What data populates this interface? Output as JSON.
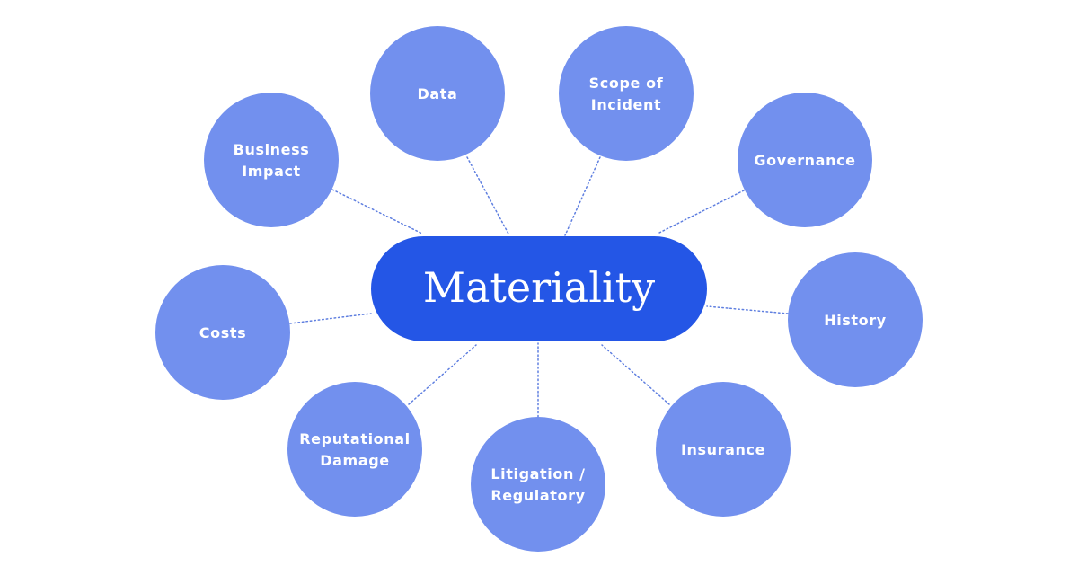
{
  "colors": {
    "center": "#2456e6",
    "node": "#7290ee",
    "connector": "#5f7fe0"
  },
  "center": {
    "label": "Materiality"
  },
  "nodes": [
    {
      "id": "data",
      "lines": [
        "Data"
      ]
    },
    {
      "id": "scope-of-incident",
      "lines": [
        "Scope of",
        "Incident"
      ]
    },
    {
      "id": "business-impact",
      "lines": [
        "Business",
        "Impact"
      ]
    },
    {
      "id": "governance",
      "lines": [
        "Governance"
      ]
    },
    {
      "id": "costs",
      "lines": [
        "Costs"
      ]
    },
    {
      "id": "history",
      "lines": [
        "History"
      ]
    },
    {
      "id": "reputational-damage",
      "lines": [
        "Reputational",
        "Damage"
      ]
    },
    {
      "id": "insurance",
      "lines": [
        "Insurance"
      ]
    },
    {
      "id": "litigation-regulatory",
      "lines": [
        "Litigation /",
        "Regulatory"
      ]
    }
  ]
}
